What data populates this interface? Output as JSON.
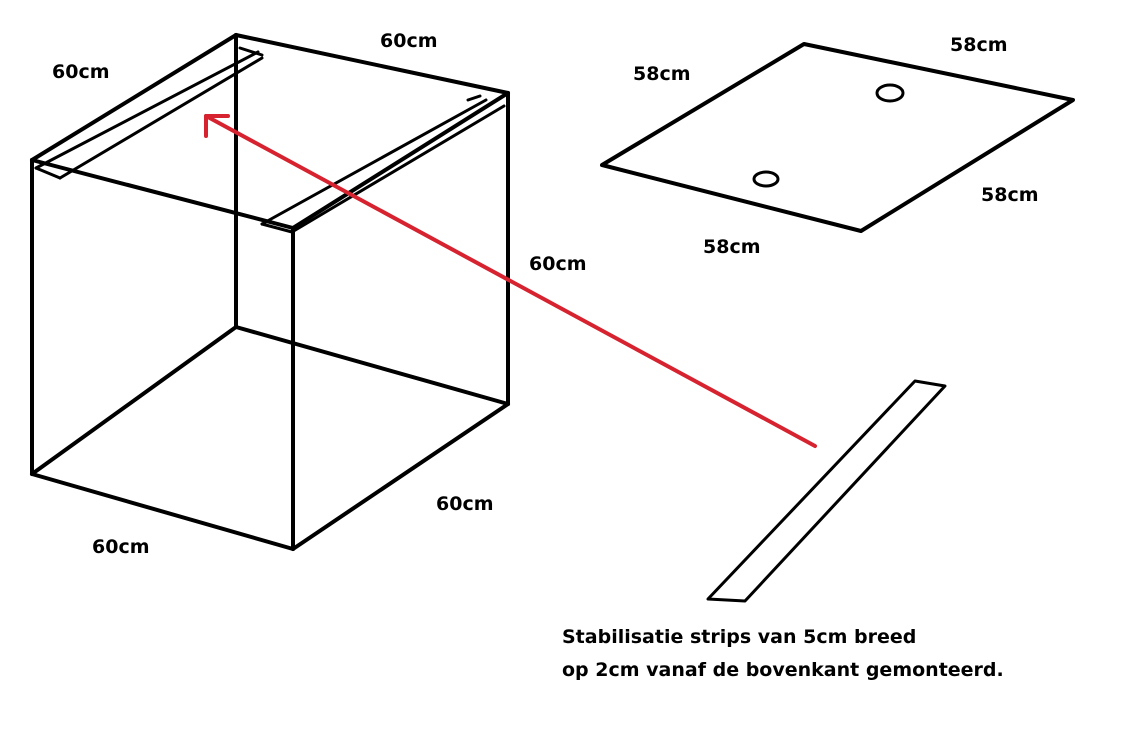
{
  "box": {
    "top_back_label": "60cm",
    "top_left_label": "60cm",
    "right_side_label": "60cm",
    "bottom_right_label": "60cm",
    "bottom_left_label": "60cm"
  },
  "plate": {
    "top_left_label": "58cm",
    "top_right_label": "58cm",
    "bottom_right_label": "58cm",
    "bottom_left_label": "58cm"
  },
  "note": {
    "line1": "Stabilisatie strips van 5cm breed",
    "line2": "op 2cm vanaf de bovenkant gemonteerd."
  },
  "colors": {
    "lines": "#000000",
    "arrow": "#d6232f",
    "background": "#ffffff"
  }
}
